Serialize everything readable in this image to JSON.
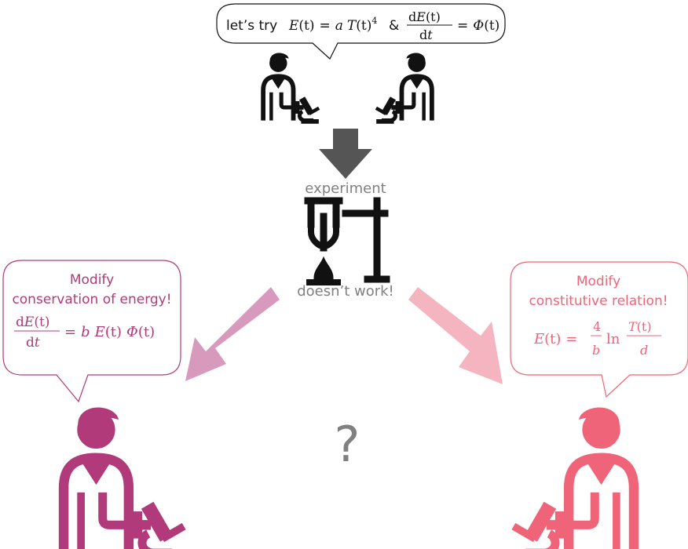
{
  "colors": {
    "black": "#111111",
    "arrow_gray": "#555555",
    "label_gray": "#808080",
    "magenta": "#b03a7a",
    "magenta_light": "#d79abd",
    "pink": "#ef6478",
    "pink_light": "#f5b5c0"
  },
  "icons": {
    "scientist": "scientist-with-microscope-icon",
    "apparatus": "lab-apparatus-icon"
  },
  "top_bubble": {
    "prefix": "let’s try",
    "eq1": {
      "lhs": "E",
      "arg": "(t)",
      "eq": "=",
      "a": "a",
      "T": "T",
      "targ": "(t)",
      "exp": "4"
    },
    "amp": "&",
    "eq2": {
      "d": "d",
      "E": "E",
      "arg": "(t)",
      "den_d": "d",
      "den_t": "t",
      "eq": "=",
      "phi": "Φ",
      "parg": "(t)"
    }
  },
  "experiment_label": "experiment",
  "result_label": "doesn’t work!",
  "left_bubble": {
    "line1": "Modify",
    "line2": "conservation of energy!",
    "eq": {
      "d": "d",
      "E": "E",
      "arg": "(t)",
      "den_d": "d",
      "den_t": "t",
      "eq": "=",
      "b": "b",
      "E2": "E",
      "arg2": "(t)",
      "phi": "Φ",
      "parg": "(t)"
    }
  },
  "right_bubble": {
    "line1": "Modify",
    "line2": "constitutive relation!",
    "eq": {
      "E": "E",
      "arg": "(t)",
      "eq": "=",
      "num": "4",
      "den": "b",
      "ln": "ln",
      "T": "T",
      "targ": "(t)",
      "d": "d"
    }
  },
  "question_mark": "?"
}
